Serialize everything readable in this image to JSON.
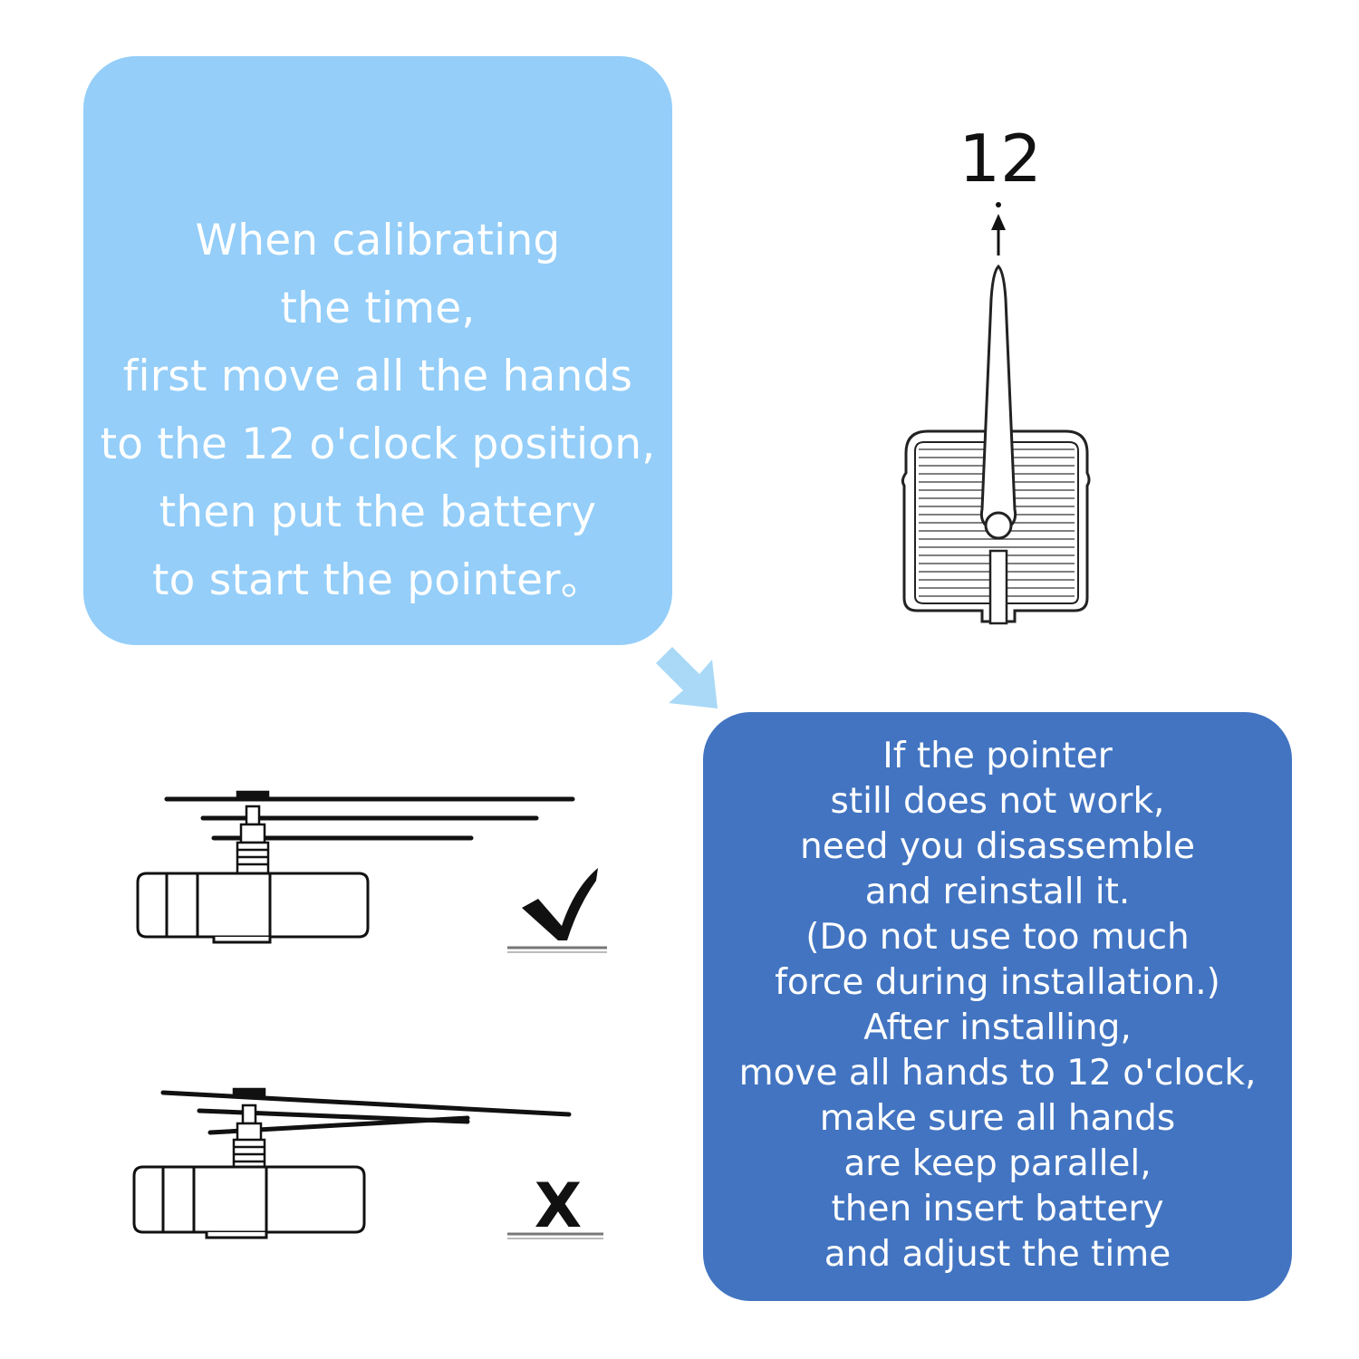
{
  "calibration_box": {
    "lines": [
      "When calibrating",
      "the time,",
      "first move all the hands",
      "to the 12 o'clock position,",
      "then put the battery",
      "to start the pointer。"
    ]
  },
  "clock_diagram": {
    "label": "12"
  },
  "install_box": {
    "lines": [
      "If the pointer",
      "still does not work,",
      "need you disassemble",
      "and reinstall it.",
      "(Do not use too much",
      "force during installation.)",
      "After installing,",
      "move all hands to 12 o'clock,",
      "make sure all hands",
      "are keep parallel,",
      "then insert battery",
      "and adjust the time"
    ]
  },
  "correct_diagram": {
    "mark": "check-icon"
  },
  "incorrect_diagram": {
    "mark_label": "X"
  },
  "colors": {
    "light_box": "#94cef9",
    "dark_box": "#4274c1",
    "arrow": "#a9d9f7"
  }
}
